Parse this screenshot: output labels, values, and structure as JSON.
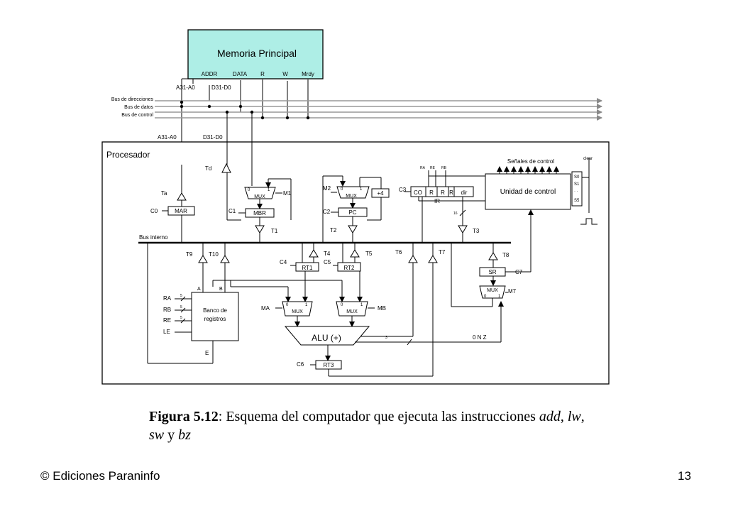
{
  "memory": {
    "title": "Memoria Principal",
    "ports": [
      "ADDR",
      "DATA",
      "R",
      "W",
      "Mrdy"
    ],
    "addr_label": "A31-A0",
    "data_label": "D31-D0"
  },
  "buses": {
    "address": "Bus de direcciones",
    "data": "Bus de datos",
    "control": "Bus de control"
  },
  "processor": {
    "title": "Procesador",
    "addr_label": "A31-A0",
    "data_label": "D31-D0",
    "internal_bus": "Bus interno"
  },
  "blocks": {
    "mar": "MAR",
    "mbr": "MBR",
    "pc": "PC",
    "mux": "MUX",
    "plus4": "+4",
    "ir_fields": [
      "CO",
      "R",
      "R",
      "R",
      "dir"
    ],
    "ir": "IR",
    "control_unit": "Unidad de control",
    "control_signals": "Señales de control",
    "clear": "clear",
    "sr": "SR",
    "rt1": "RT1",
    "rt2": "RT2",
    "rt3": "RT3",
    "alu": "ALU (+)",
    "reg_bank_line1": "Banco de",
    "reg_bank_line2": "registros",
    "flags": "0  N  Z",
    "mux_in0": "0",
    "mux_in1": "1"
  },
  "signals": {
    "c0": "C0",
    "c1": "C1",
    "c2": "C2",
    "c3": "C3",
    "c4": "C4",
    "c5": "C5",
    "c6": "C6",
    "c7": "C7",
    "ta": "Ta",
    "td": "Td",
    "t1": "T1",
    "t2": "T2",
    "t3": "T3",
    "t4": "T4",
    "t5": "T5",
    "t6": "T6",
    "t7": "T7",
    "t8": "T8",
    "t9": "T9",
    "t10": "T10",
    "m1": "M1",
    "m2": "M2",
    "m7": "M7",
    "ma": "MA",
    "mb": "MB",
    "ra": "RA",
    "rb": "RB",
    "re": "RE",
    "le": "LE",
    "e": "E",
    "a": "A",
    "b": "B",
    "ir_ra": "RA",
    "ir_re": "RE",
    "ir_rb": "RB",
    "width5": "5",
    "width3": "3",
    "width16": "16",
    "s0": "S0",
    "s1": "S1",
    "s5": "S5",
    "dots": "·  ·"
  },
  "caption": {
    "figure": "Figura 5.12",
    "text_prefix": ": Esquema del computador que ejecuta las instrucciones ",
    "i1": "add",
    "sep1": ", ",
    "i2": "lw",
    "sep2": ", ",
    "i3": "sw",
    "sep3": " y ",
    "i4": "bz"
  },
  "footer": {
    "left": "© Ediciones Paraninfo",
    "right": "13"
  },
  "colors": {
    "memory_fill": "#aeeee6",
    "bus_line": "#aaaaaa"
  }
}
